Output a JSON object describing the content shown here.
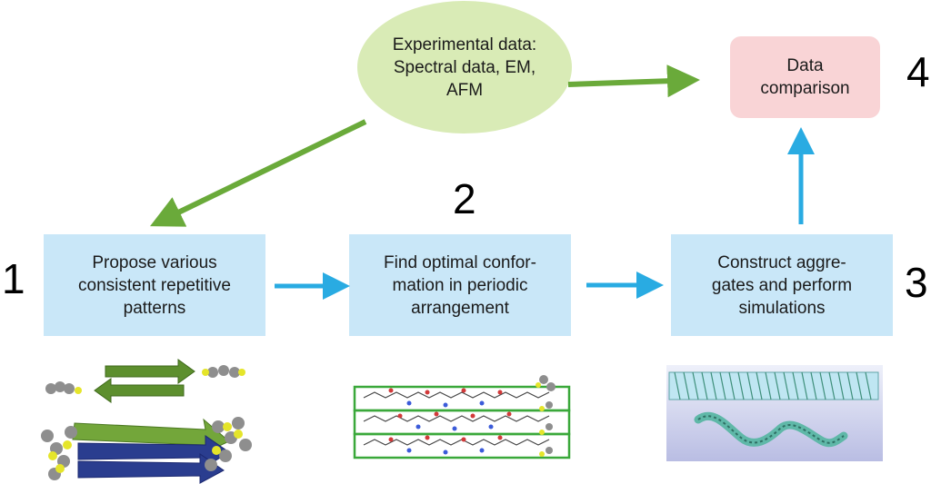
{
  "nodes": {
    "experimental": "Experimental data:\nSpectral data, EM,\nAFM",
    "comparison": "Data\ncomparison",
    "propose": "Propose various\nconsistent repetitive\npatterns",
    "find": "Find optimal confor-\nmation in periodic\narrangement",
    "construct": "Construct aggre-\ngates and perform\nsimulations"
  },
  "steps": {
    "one": "1",
    "two": "2",
    "three": "3",
    "four": "4"
  },
  "colors": {
    "box_blue": "#c9e7f8",
    "ellipse_green": "#d9ebb6",
    "pink": "#f9d4d6",
    "arrow_green": "#6aaa3a",
    "arrow_blue": "#29abe2"
  }
}
